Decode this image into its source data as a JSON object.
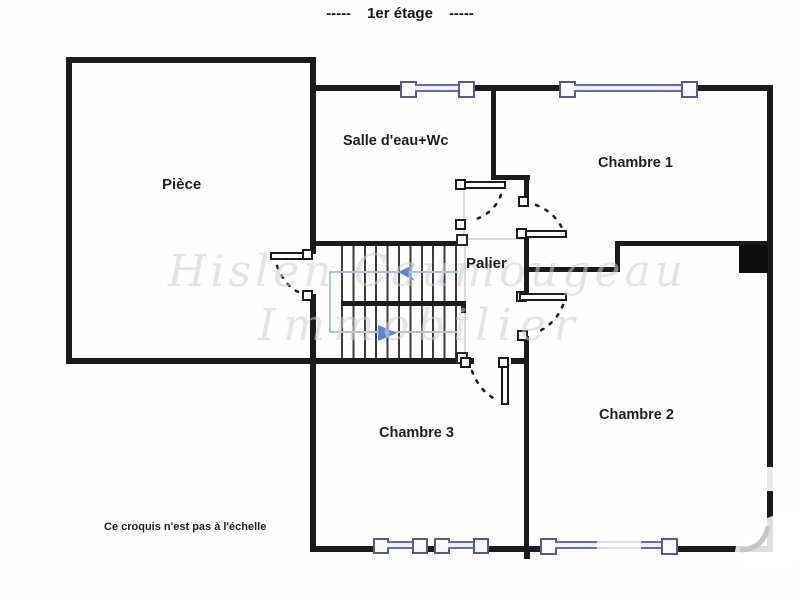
{
  "title": {
    "dashes_left": "-----",
    "text": "1er étage",
    "dashes_right": "-----"
  },
  "rooms": {
    "piece": "Pièce",
    "salle_eau": "Salle d'eau+Wc",
    "chambre1": "Chambre 1",
    "chambre2": "Chambre 2",
    "chambre3": "Chambre 3",
    "palier": "Palier"
  },
  "footnote": "Ce croquis n'est pas à l'échelle",
  "watermark": {
    "line1": "Hislen Caumougeau",
    "line2": "Immobilier"
  },
  "stairs": {
    "up_arrow": "left",
    "down_arrow": "right",
    "flights": 2
  },
  "colors": {
    "wall": "#1b1b1b",
    "window_frame": "#56569e",
    "window_glass": "#6b6bb0",
    "stair_arrow": "#5b87d5",
    "stair_path": "#aac2e4",
    "chimney": "#0d0d0d"
  }
}
